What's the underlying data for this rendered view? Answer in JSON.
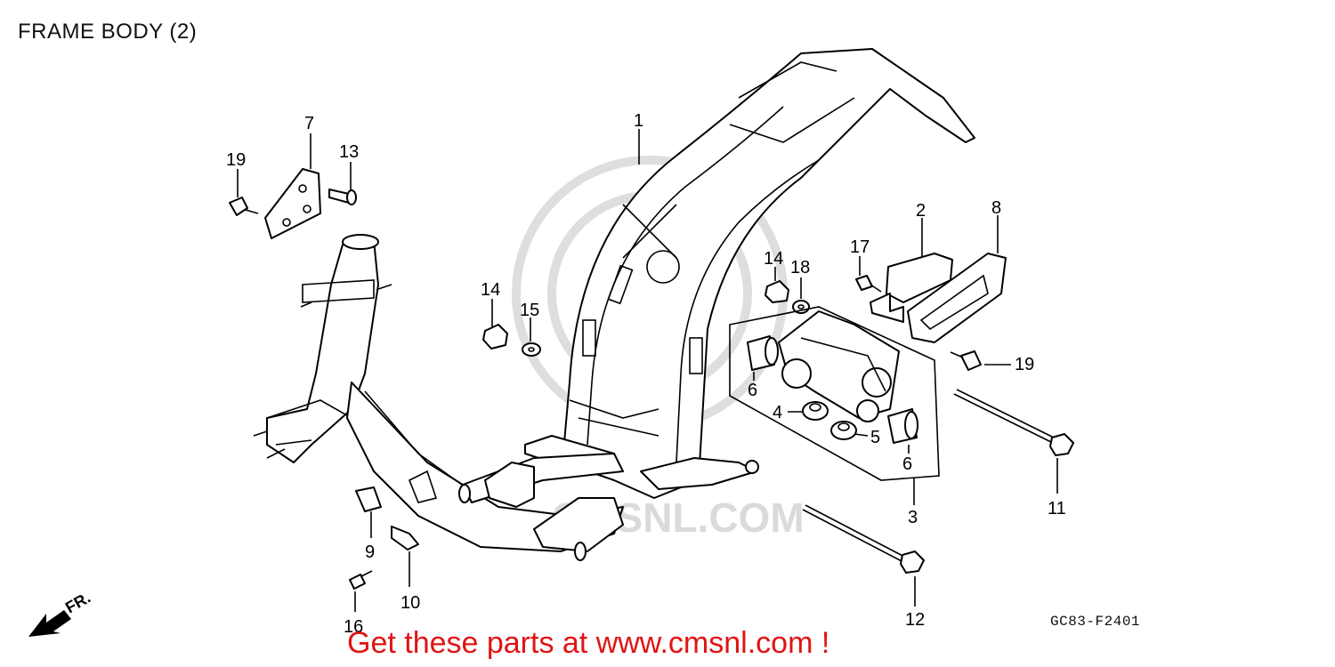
{
  "diagram": {
    "title": "FRAME BODY (2)",
    "reference_code": "GC83-F2401",
    "watermark": "CMSNL.COM",
    "direction_marker": "FR.",
    "promo_text": "Get these parts at www.cmsnl.com !",
    "colors": {
      "promo": "#e01414",
      "lines": "#000000",
      "watermark": "#dadada"
    },
    "callouts": {
      "c1": "1",
      "c2": "2",
      "c3": "3",
      "c4": "4",
      "c5": "5",
      "c6a": "6",
      "c6b": "6",
      "c7": "7",
      "c8": "8",
      "c9": "9",
      "c10": "10",
      "c11": "11",
      "c12": "12",
      "c13": "13",
      "c14a": "14",
      "c14b": "14",
      "c15": "15",
      "c16": "16",
      "c17": "17",
      "c18": "18",
      "c19a": "19",
      "c19b": "19"
    }
  }
}
